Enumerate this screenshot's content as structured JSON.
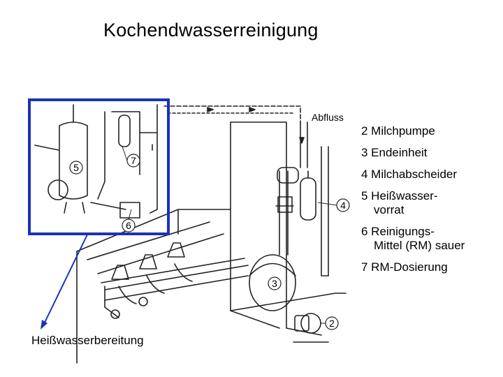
{
  "title": "Kochendwasserreinigung",
  "legend": [
    {
      "num": "2",
      "line1": "2 Milchpumpe",
      "line2": ""
    },
    {
      "num": "3",
      "line1": "3 Endeinheit",
      "line2": ""
    },
    {
      "num": "4",
      "line1": "4 Milchabscheider",
      "line2": ""
    },
    {
      "num": "5",
      "line1": "5 Heißwasser-",
      "line2": "vorrat"
    },
    {
      "num": "6",
      "line1": "6 Reinigungs-",
      "line2": "Mittel (RM) sauer"
    },
    {
      "num": "7",
      "line1": "7 RM-Dosierung",
      "line2": ""
    }
  ],
  "diagram": {
    "abfluss_label": "Abfluss",
    "callouts": [
      "2",
      "3",
      "4",
      "5",
      "6",
      "7"
    ]
  },
  "caption": "Heißwasserbereitung",
  "colors": {
    "highlight_box": "#1a33b8",
    "arrow": "#1a33b8"
  }
}
